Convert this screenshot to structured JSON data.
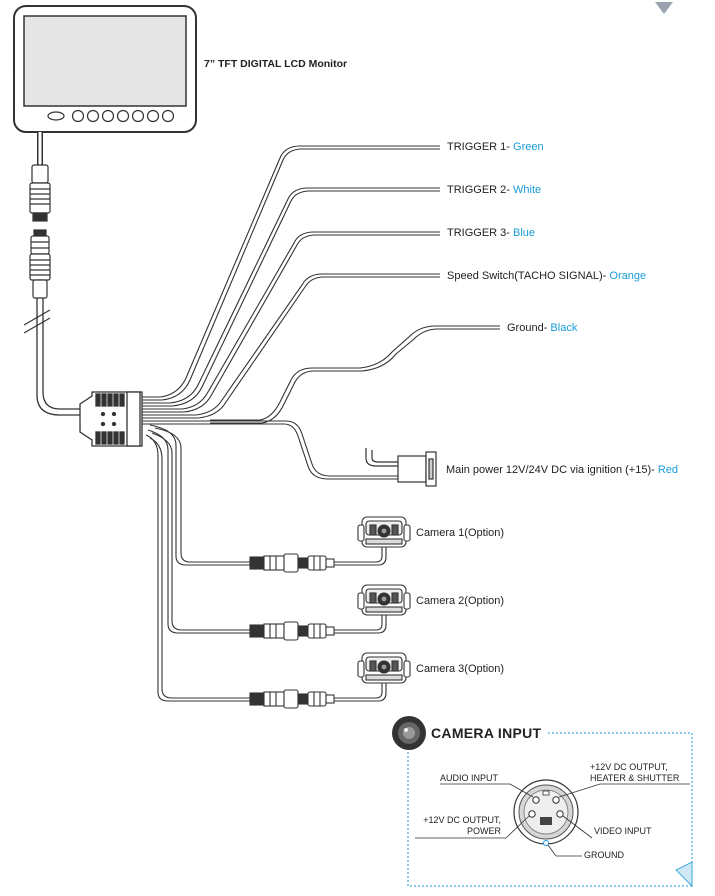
{
  "monitor": {
    "label": "7” TFT DIGITAL LCD Monitor"
  },
  "wires": [
    {
      "text": "TRIGGER 1- ",
      "color_name": "Green",
      "color": "#1a9bd7"
    },
    {
      "text": "TRIGGER 2- ",
      "color_name": "White",
      "color": "#1a9bd7"
    },
    {
      "text": "TRIGGER 3- ",
      "color_name": "Blue",
      "color": "#1a9bd7"
    },
    {
      "text": "Speed Switch(TACHO SIGNAL)- ",
      "color_name": "Orange",
      "color": "#1a9bd7"
    },
    {
      "text": "Ground- ",
      "color_name": "Black",
      "color": "#1a9bd7"
    },
    {
      "text": "Main power 12V/24V DC via ignition (+15)- ",
      "color_name": "Red",
      "color": "#1a9bd7"
    }
  ],
  "cameras": [
    {
      "label": "Camera 1(Option)"
    },
    {
      "label": "Camera 2(Option)"
    },
    {
      "label": "Camera 3(Option)"
    }
  ],
  "camera_input": {
    "title": "CAMERA INPUT",
    "pins": {
      "audio": "AUDIO INPUT",
      "power_heater_line1": "+12V DC OUTPUT,",
      "power_heater_line2": "HEATER & SHUTTER",
      "power_line1": "+12V DC OUTPUT,",
      "power_line2": "POWER",
      "video": "VIDEO INPUT",
      "ground": "GROUND"
    }
  },
  "colors": {
    "label_accent": "#1a9bd7",
    "line": "#333333"
  }
}
